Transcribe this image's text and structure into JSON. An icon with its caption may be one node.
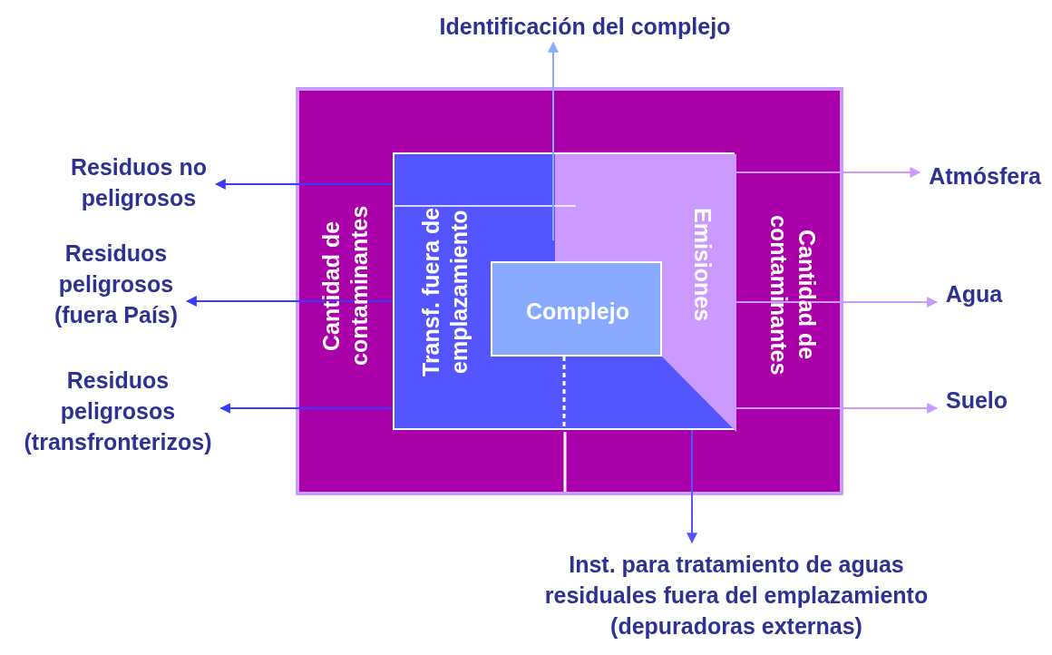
{
  "diagram": {
    "nodes": [
      {
        "text": [
          "Cantidad de contaminantes",
          "Cantidad de contaminantes"
        ]
      },
      {
        "text": [
          "Transf. fuera de emplazamiento"
        ],
        "in": 0
      },
      {
        "text": [
          "Emisiones"
        ],
        "in": 1
      },
      {
        "text": [
          "Complejo"
        ],
        "in": 1
      },
      {
        "text": [
          "Identificación del complejo"
        ]
      },
      {
        "text": [
          "Residuos no peligrosos"
        ]
      },
      {
        "text": [
          "Residuos peligrosos (fuera País)"
        ]
      },
      {
        "text": [
          "Residuos peligrosos (transfronterizos)"
        ]
      },
      {
        "text": [
          "Atmósfera"
        ]
      },
      {
        "text": [
          "Agua"
        ]
      },
      {
        "text": [
          "Suelo"
        ]
      },
      {
        "text": [
          "Inst. para tratamiento de aguas residuales fuera del emplazamiento (depuradoras externas)"
        ]
      }
    ],
    "edges": [
      {
        "from": 2,
        "to": 4,
        "arrow": "to",
        "color": "#88aaff"
      },
      {
        "from": 1,
        "to": 5,
        "arrow": "to"
      },
      {
        "from": 1,
        "to": 6,
        "arrow": "to"
      },
      {
        "from": 1,
        "to": 7,
        "arrow": "to"
      },
      {
        "from": 2,
        "to": 8,
        "arrow": "to",
        "color": "#cc99ff"
      },
      {
        "from": 2,
        "to": 9,
        "arrow": "to",
        "color": "#cc99ff"
      },
      {
        "from": 2,
        "to": 10,
        "arrow": "to",
        "color": "#cc99ff"
      },
      {
        "from": 1,
        "to": 11,
        "arrow": "to",
        "color": "#5555ff"
      }
    ]
  }
}
